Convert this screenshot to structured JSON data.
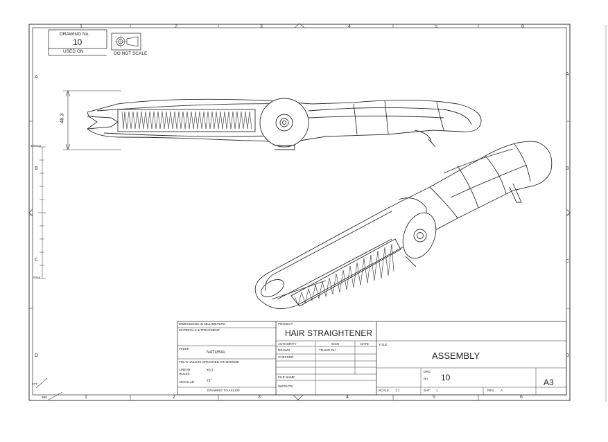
{
  "sheet": {
    "zone_numbers": [
      "1",
      "2",
      "3",
      "4",
      "5",
      "6"
    ],
    "zone_letters": [
      "A",
      "B",
      "C",
      "D"
    ],
    "drawing_no_label": "DRAWING No.",
    "drawing_no": "10",
    "used_on": "USED ON",
    "do_not_scale": "DO NOT SCALE",
    "scale_100mm": "100mm",
    "scale_0mm": "0mm",
    "corner_277": "277",
    "corner_390": "390"
  },
  "views": {
    "dimension_height": "46.3"
  },
  "title_block": {
    "dimensions_in": "DIMENSIONS IN MILLIMETERS",
    "materials_label": "MATERIALS & TREATMENT",
    "finish_label": "FINISH",
    "finish_value": "NATURAL",
    "tol_label": "TOL'S UNLESS SPECIFIED OTHERWISE",
    "linear_label": "LINEAR",
    "holes_label": "HOLES",
    "linear_value": "±0.2",
    "angular_label": "ANGULAR",
    "angular_value": "±1°",
    "drawing_to": "DRAWING TO AS1100",
    "project_label": "PROJECT",
    "project_value": "HAIR STRAIGHTENER",
    "authority_label": "AUTHORITY",
    "sign_label": "SIGN",
    "date_label": "DATE",
    "drawn_label": "DRAWN",
    "drawn_sign": "TRANG DU",
    "checked_label": "CHECKED",
    "file_name_label": "FILE NAME",
    "weights_label": "WEIGHTS",
    "title_label": "TITLE",
    "title_value": "ASSEMBLY",
    "drg_label": "DRG",
    "no_label": "No.",
    "drg_no": "10",
    "sheet_size": "A3",
    "scale_label": "SCALE",
    "scale_value": "1:1",
    "sht_label": "SHT",
    "sht_value": "1",
    "rev_label": "REV",
    "rev_value": "A"
  }
}
